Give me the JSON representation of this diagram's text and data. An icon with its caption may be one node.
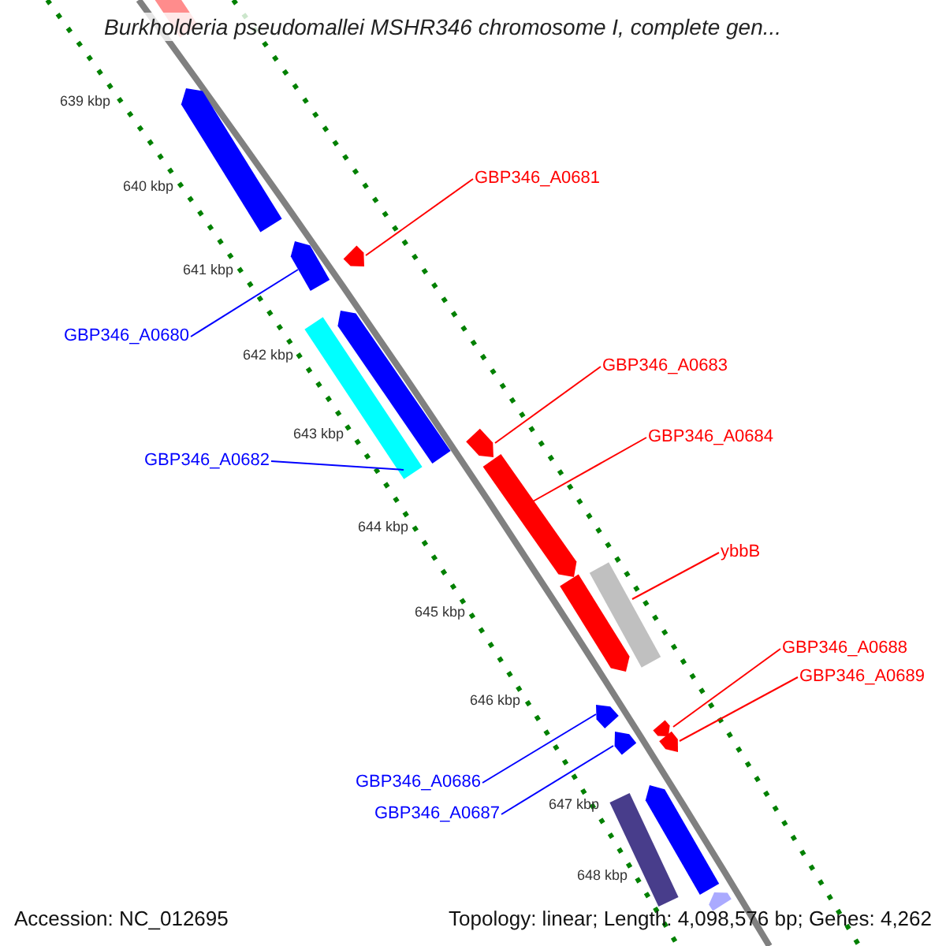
{
  "diagram": {
    "title": "Burkholderia pseudomallei MSHR346 chromosome I, complete gen...",
    "nodes": [
      {
        "text": [],
        "shape": "arrow"
      },
      {
        "text": [],
        "shape": "arrow"
      },
      {
        "text": [
          "GBP346_A0681"
        ]
      },
      {
        "text": [],
        "shape": "arrow"
      },
      {
        "text": [],
        "shape": "arrow"
      },
      {
        "text": [
          "GBP346_A0680"
        ]
      },
      {
        "text": [],
        "shape": "arrow"
      },
      {
        "text": [],
        "shape": "arrow"
      },
      {
        "text": [
          "GBP346_A0683"
        ]
      },
      {
        "text": [
          "GBP346_A0684"
        ]
      },
      {
        "text": [],
        "shape": "arrow"
      },
      {
        "text": [
          "GBP346_A0682"
        ]
      },
      {
        "text": [],
        "shape": "arrow"
      },
      {
        "text": [
          "ybbB"
        ]
      },
      {
        "text": [],
        "shape": "arrow"
      },
      {
        "text": [],
        "shape": "arrow"
      },
      {
        "text": [
          "GBP346_A0688"
        ]
      },
      {
        "text": [
          "GBP346_A0689"
        ]
      },
      {
        "text": [],
        "shape": "arrow"
      },
      {
        "text": [],
        "shape": "arrow"
      },
      {
        "text": [],
        "shape": "arrow"
      },
      {
        "text": [],
        "shape": "arrow"
      },
      {
        "text": [
          "GBP346_A0686"
        ]
      },
      {
        "text": [],
        "shape": "arrow"
      },
      {
        "text": [],
        "shape": "arrow"
      },
      {
        "text": [
          "GBP346_A0687"
        ]
      },
      {
        "text": [],
        "shape": "arrow"
      }
    ],
    "edges": [
      {
        "from": 2,
        "to": 4,
        "arrow": "none"
      },
      {
        "from": 5,
        "to": 3,
        "arrow": "none",
        "color": "#0000ff"
      },
      {
        "from": 11,
        "to": 7,
        "arrow": "none",
        "color": "#0000ff"
      },
      {
        "from": 8,
        "to": 10,
        "arrow": "none"
      },
      {
        "from": 9,
        "to": 12,
        "arrow": "none"
      },
      {
        "from": 13,
        "to": 14,
        "arrow": "none"
      },
      {
        "from": 16,
        "to": 19,
        "arrow": "none"
      },
      {
        "from": 17,
        "to": 21,
        "arrow": "none"
      },
      {
        "from": 22,
        "to": 18,
        "arrow": "none",
        "color": "#0000ff"
      },
      {
        "from": 25,
        "to": 20,
        "arrow": "none",
        "color": "#0000ff"
      }
    ],
    "labels": [
      "639 kbp",
      "640 kbp",
      "641 kbp",
      "642 kbp",
      "643 kbp",
      "644 kbp",
      "645 kbp",
      "646 kbp",
      "647 kbp",
      "648 kbp",
      "Accession: NC_012695",
      "Topology: linear; Length: 4,098,576 bp; Genes: 4,262"
    ]
  }
}
